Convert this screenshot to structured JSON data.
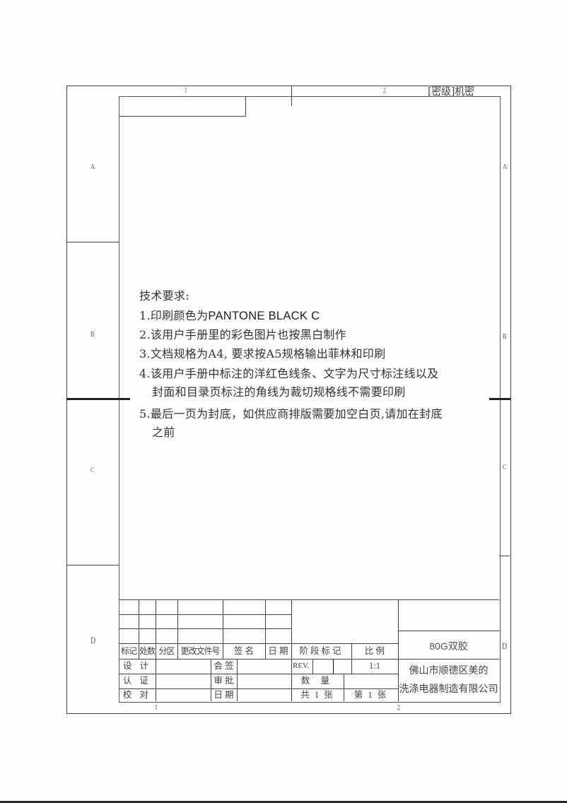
{
  "drawing_frame": {
    "secrecy_label": "[密级]机密",
    "top_zones": [
      "1",
      "2"
    ],
    "bottom_zones": [
      "1",
      "2"
    ],
    "left_zones": [
      "A",
      "B",
      "C",
      "D"
    ],
    "right_zones": [
      "A",
      "B",
      "C",
      "D"
    ]
  },
  "requirements": {
    "heading": "技术要求:",
    "items": [
      {
        "prefix": "1.印刷颜色为",
        "suffix": "PANTONE BLACK C"
      },
      {
        "text": "2.该用户手册里的彩色图片也按黑白制作"
      },
      {
        "text": "3.文档规格为A4, 要求按A5规格输出菲林和印刷"
      },
      {
        "line1": "4.该用户手册中标注的洋红色线条、文字为尺寸标注线以及",
        "line2": "封面和目录页标注的角线为裁切规格线不需要印刷"
      },
      {
        "line1": "5.最后一页为封底，如供应商排版需要加空白页,请加在封底",
        "line2": "之前"
      }
    ]
  },
  "title_block": {
    "revision_headers": [
      "标记",
      "处数",
      "分区",
      "更改文件号",
      "签 名",
      "日 期"
    ],
    "stage_label": "阶段标记",
    "scale_label": "比 例",
    "scale_value": "1:1",
    "rev_label": "REV.",
    "quantity_label": "数 量",
    "sheets_total": "共 1 张",
    "sheet_number": "第 1 张",
    "design_label": "设 计",
    "verify_label": "认 证",
    "check_label": "校 对",
    "countersign_label": "会 签",
    "approve_label": "审 批",
    "date_label": "日 期",
    "part_name": "80G双胶",
    "company_line1": "佛山市顺德区美的",
    "company_line2": "洗涤电器制造有限公司"
  }
}
